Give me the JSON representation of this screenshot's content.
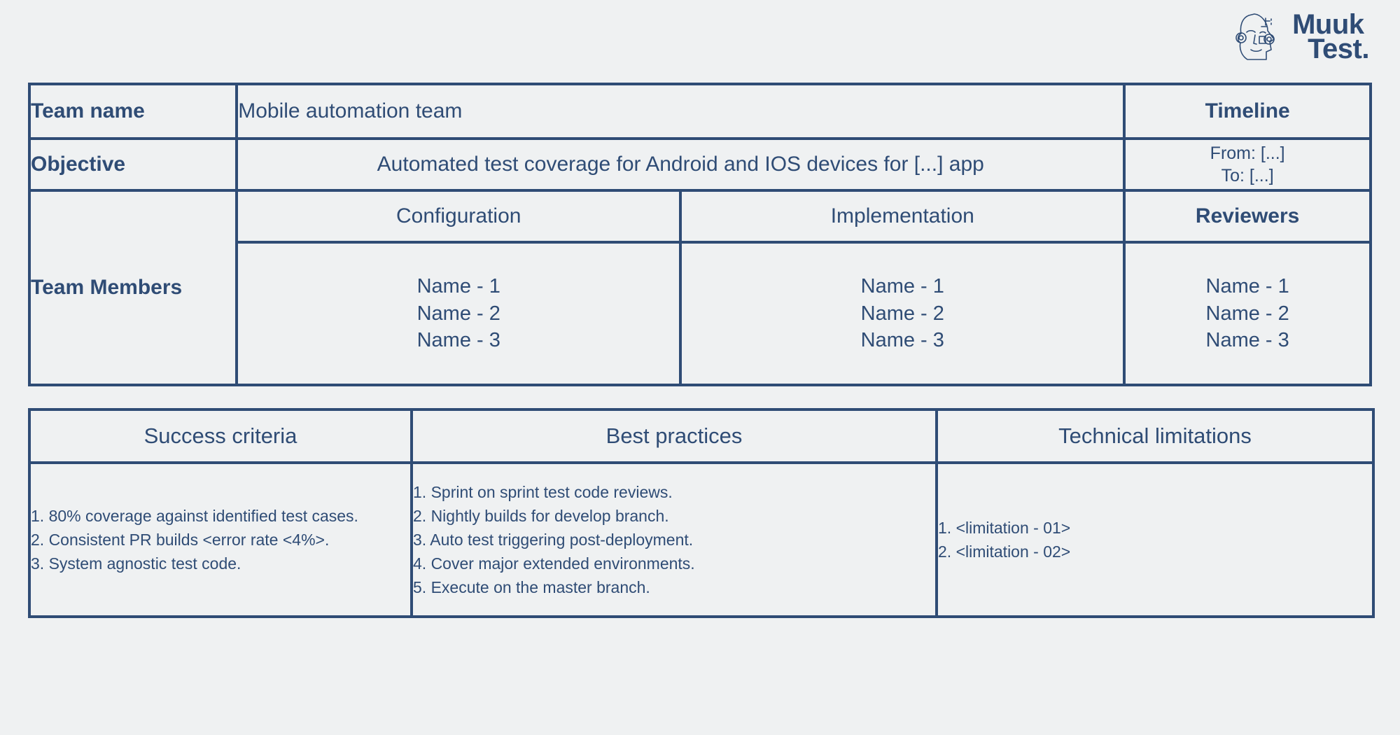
{
  "brand": {
    "logo_icon": "muuktest-face-logo-icon",
    "name_line1": "Muuk",
    "name_line2": "Test",
    "name_dot": ".",
    "color": "#2f4c75"
  },
  "colors": {
    "border": "#2f4c75",
    "text": "#2f4c75",
    "background": "#eff1f2"
  },
  "top_table": {
    "team_name_label": "Team name",
    "team_name_value": "Mobile automation team",
    "objective_label": "Objective",
    "objective_value": "Automated test coverage for Android and IOS devices for [...] app",
    "timeline_header": "Timeline",
    "timeline_from": "From: [...]",
    "timeline_to": "To: [...]",
    "team_members_label": "Team Members",
    "columns": [
      {
        "header": "Configuration",
        "members": [
          "Name - 1",
          "Name - 2",
          "Name - 3"
        ]
      },
      {
        "header": "Implementation",
        "members": [
          "Name - 1",
          "Name - 2",
          "Name - 3"
        ]
      },
      {
        "header": "Reviewers",
        "members": [
          "Name - 1",
          "Name - 2",
          "Name - 3"
        ]
      }
    ]
  },
  "bottom_table": {
    "sections": [
      {
        "header": "Success criteria",
        "items": [
          "1. 80% coverage against identified test cases.",
          "2. Consistent PR builds <error rate <4%>.",
          "3. System agnostic test code."
        ]
      },
      {
        "header": "Best practices",
        "items": [
          "1. Sprint on sprint test code reviews.",
          "2. Nightly builds for develop branch.",
          "3. Auto test triggering post-deployment.",
          "4. Cover major extended environments.",
          "5. Execute on the master branch."
        ]
      },
      {
        "header": "Technical limitations",
        "items": [
          "1. <limitation - 01>",
          "2. <limitation - 02>"
        ]
      }
    ]
  }
}
